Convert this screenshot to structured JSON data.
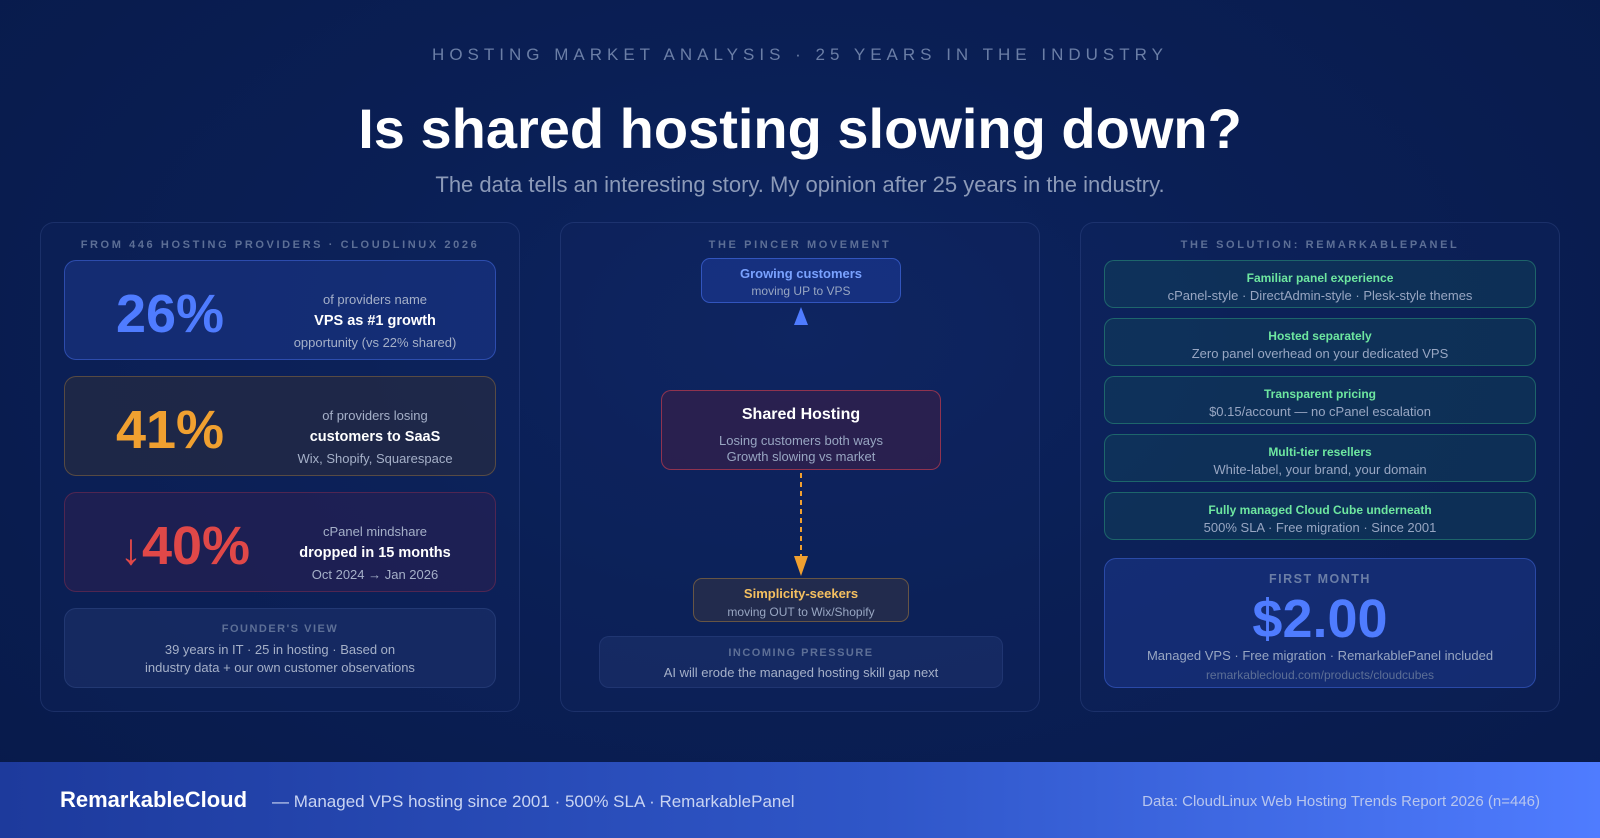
{
  "header": {
    "kicker": "HOSTING MARKET ANALYSIS · 25 YEARS IN THE INDUSTRY",
    "title": "Is shared hosting slowing down?",
    "subtitle": "The data tells an interesting story. My opinion after 25 years in the industry."
  },
  "left": {
    "label": "FROM 446 HOSTING PROVIDERS · CLOUDLINUX 2026",
    "stats": [
      {
        "value": "26%",
        "line1": "of providers name",
        "line2": "VPS as #1 growth",
        "line3": "opportunity (vs 22% shared)",
        "color": "#4f7cff"
      },
      {
        "value": "41%",
        "line1": "of providers losing",
        "line2": "customers to SaaS",
        "line3": "Wix, Shopify, Squarespace",
        "color": "#f0a030"
      },
      {
        "value": "40%",
        "arrow": "↓",
        "line1": "cPanel mindshare",
        "line2": "dropped in 15 months",
        "line3": "Oct 2024 → Jan 2026",
        "color": "#e04848"
      }
    ],
    "founder": {
      "label": "FOUNDER'S VIEW",
      "line1": "39 years in IT · 25 in hosting · Based on",
      "line2": "industry data + our own customer observations"
    }
  },
  "middle": {
    "label": "THE PINCER MOVEMENT",
    "up": {
      "title": "Growing customers",
      "sub": "moving UP to VPS"
    },
    "center": {
      "title": "Shared Hosting",
      "line1": "Losing customers both ways",
      "line2": "Growth slowing vs market"
    },
    "down": {
      "title": "Simplicity-seekers",
      "sub": "moving OUT to Wix/Shopify"
    },
    "pressure": {
      "label": "INCOMING PRESSURE",
      "text": "AI will erode the managed hosting skill gap next"
    }
  },
  "right": {
    "label": "THE SOLUTION: REMARKABLEPANEL",
    "items": [
      {
        "title": "Familiar panel experience",
        "desc": "cPanel-style · DirectAdmin-style · Plesk-style themes"
      },
      {
        "title": "Hosted separately",
        "desc": "Zero panel overhead on your dedicated VPS"
      },
      {
        "title": "Transparent pricing",
        "desc": "$0.15/account — no cPanel escalation"
      },
      {
        "title": "Multi-tier resellers",
        "desc": "White-label, your brand, your domain"
      },
      {
        "title": "Fully managed Cloud Cube underneath",
        "desc": "500% SLA · Free migration · Since 2001"
      }
    ],
    "price": {
      "label": "FIRST MONTH",
      "value": "$2.00",
      "desc": "Managed VPS · Free migration · RemarkablePanel included",
      "url": "remarkablecloud.com/products/cloudcubes"
    }
  },
  "footer": {
    "brand": "RemarkableCloud",
    "tagline": "— Managed VPS hosting since 2001 · 500% SLA · RemarkablePanel",
    "source": "Data: CloudLinux Web Hosting Trends Report 2026 (n=446)"
  }
}
